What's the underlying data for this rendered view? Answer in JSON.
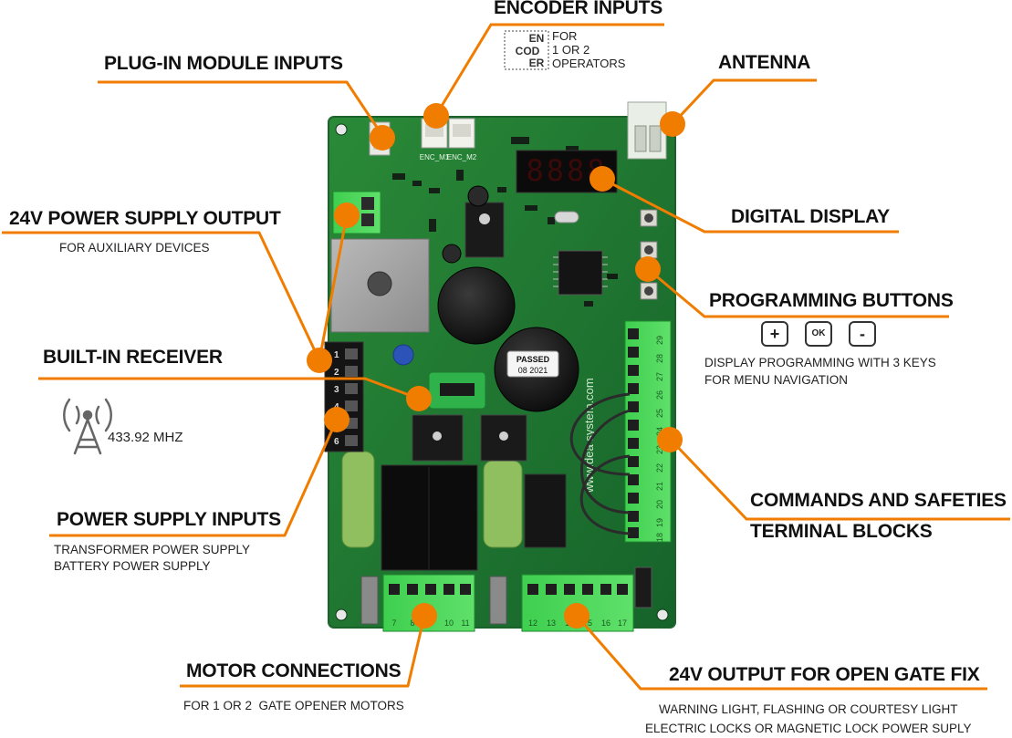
{
  "colors": {
    "accent": "#F07C00",
    "pcb_green": "#1E7A2E",
    "terminal_green": "#4CD55A",
    "text": "#111111"
  },
  "labels": {
    "encoder_inputs": "ENCODER INPUTS",
    "encoder_logo": [
      "EN",
      "COD",
      "ER"
    ],
    "encoder_sub": [
      "FOR",
      "1 OR 2",
      "OPERATORS"
    ],
    "plugin_module_inputs": "PLUG-IN MODULE INPUTS",
    "antenna": "ANTENNA",
    "power_output_24v": "24V POWER SUPPLY OUTPUT",
    "power_output_24v_sub": "FOR AUXILIARY DEVICES",
    "digital_display": "DIGITAL DISPLAY",
    "programming_buttons": "PROGRAMMING BUTTONS",
    "programming_keys": [
      "+",
      "OK",
      "-"
    ],
    "programming_sub": [
      "DISPLAY PROGRAMMING WITH 3 KEYS",
      "FOR MENU NAVIGATION"
    ],
    "builtin_receiver": "BUILT-IN RECEIVER",
    "frequency": "433.92 MHZ",
    "commands_safeties": [
      "COMMANDS AND SAFETIES",
      "TERMINAL BLOCKS"
    ],
    "power_supply_inputs": "POWER SUPPLY INPUTS",
    "power_supply_inputs_sub": [
      "TRANSFORMER POWER SUPPLY",
      "BATTERY POWER SUPPLY"
    ],
    "motor_connections": "MOTOR CONNECTIONS",
    "motor_connections_sub": "FOR 1 OR 2  GATE OPENER MOTORS",
    "open_gate_fix": "24V OUTPUT FOR OPEN GATE FIX",
    "open_gate_fix_sub": [
      "WARNING LIGHT, FLASHING OR COURTESY LIGHT",
      "ELECTRIC LOCKS OR MAGNETIC LOCK POWER SUPLY"
    ]
  },
  "board": {
    "capacitor_label": [
      "PASSED",
      "08 2021"
    ],
    "website": "www.dea system.com",
    "connector_enc": [
      "ENC_M1",
      "ENC_M2"
    ],
    "left_terminal_numbers": [
      "1",
      "2",
      "3",
      "4",
      "5",
      "6"
    ],
    "right_terminal_numbers": [
      "29",
      "28",
      "27",
      "26",
      "25",
      "24",
      "23",
      "22",
      "21",
      "20",
      "19",
      "18"
    ],
    "bottom_left_numbers": [
      "7",
      "8",
      "9",
      "10",
      "11"
    ],
    "bottom_right_numbers": [
      "12",
      "13",
      "14",
      "15",
      "16",
      "17"
    ]
  }
}
